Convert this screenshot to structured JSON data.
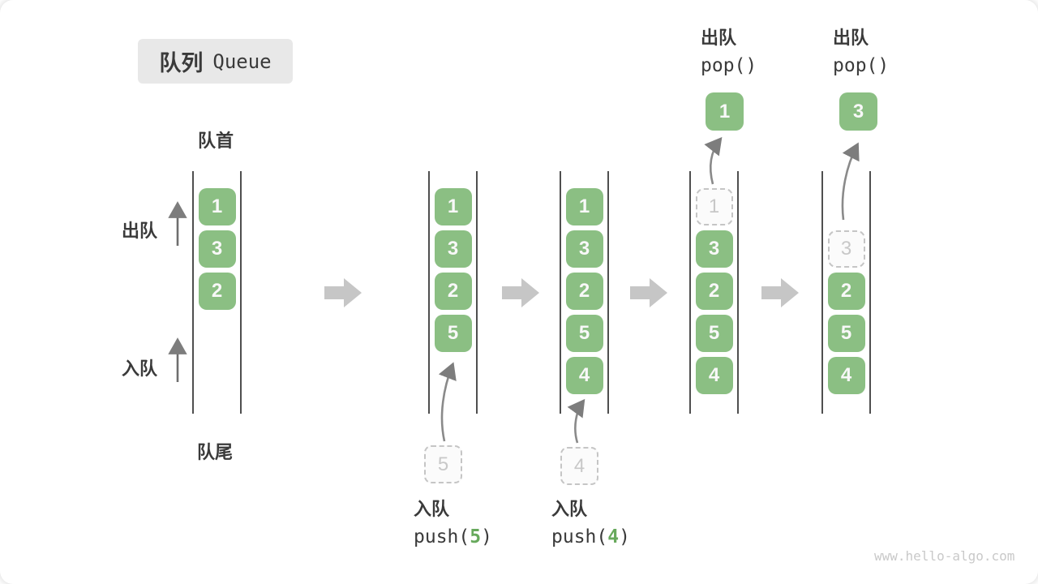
{
  "title": {
    "zh": "队列",
    "en": "Queue"
  },
  "labels": {
    "front": "队首",
    "rear": "队尾",
    "dequeue": "出队",
    "enqueue": "入队"
  },
  "ops": {
    "push5": {
      "label": "入队",
      "code_pre": "push(",
      "arg": "5",
      "code_suf": ")"
    },
    "push4": {
      "label": "入队",
      "code_pre": "push(",
      "arg": "4",
      "code_suf": ")"
    },
    "pop1": {
      "label": "出队",
      "code": "pop()"
    },
    "pop3": {
      "label": "出队",
      "code": "pop()"
    }
  },
  "states": [
    {
      "name": "initial",
      "cells": [
        "1",
        "3",
        "2"
      ]
    },
    {
      "name": "after-push-5",
      "cells": [
        "1",
        "3",
        "2",
        "5"
      ],
      "staged": "5"
    },
    {
      "name": "after-push-4",
      "cells": [
        "1",
        "3",
        "2",
        "5",
        "4"
      ],
      "staged": "4"
    },
    {
      "name": "after-pop-1",
      "dashed": "1",
      "popped": "1",
      "cells": [
        "3",
        "2",
        "5",
        "4"
      ]
    },
    {
      "name": "after-pop-3",
      "dashed": "3",
      "popped": "3",
      "cells": [
        "2",
        "5",
        "4"
      ]
    }
  ],
  "colors": {
    "box_green": "#8BBF83",
    "code_arg_green": "#67A95C",
    "block_arrow_gray": "#C6C6C6",
    "dashed_gray": "#C5C5C5",
    "column_line": "#4F4F4F",
    "text_dark": "#3A3A3A",
    "title_bg": "#E8E8E8",
    "watermark_gray": "#C9C9C9"
  },
  "watermark": "www.hello-algo.com"
}
